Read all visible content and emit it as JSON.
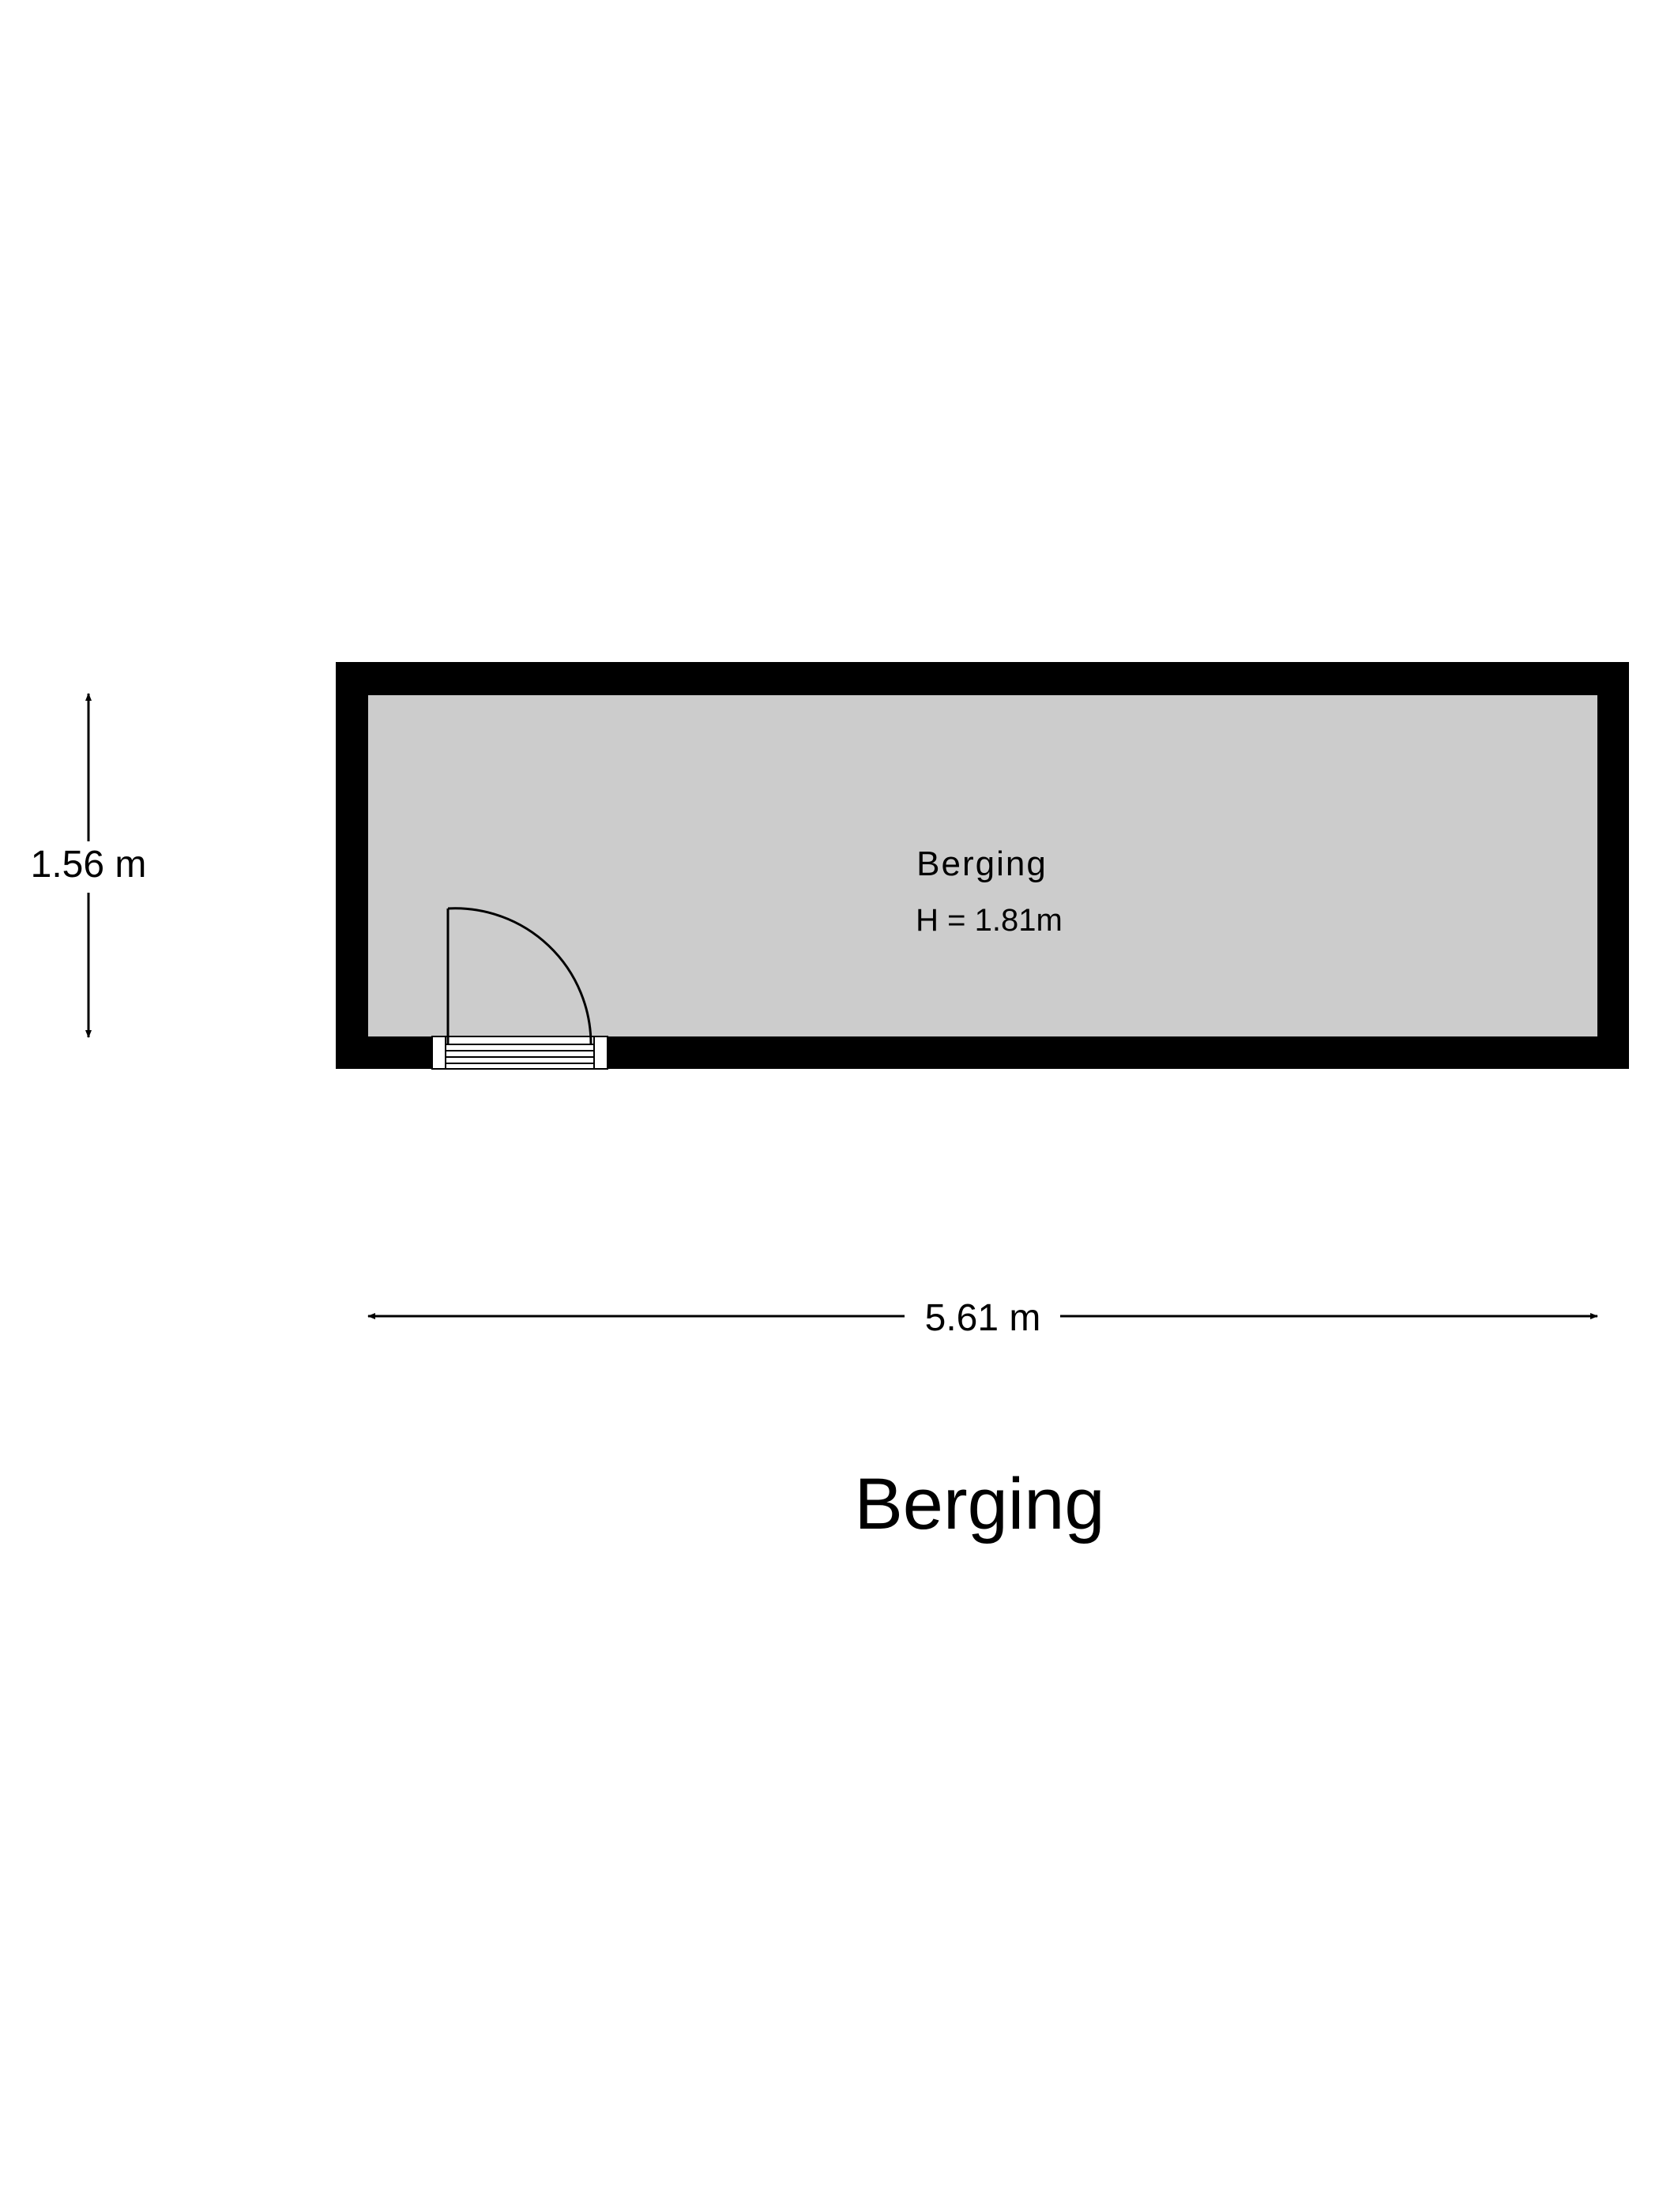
{
  "room": {
    "name": "Berging",
    "height_label": "H = 1.81m",
    "floor_color": "#cccccc",
    "wall_color": "#000000"
  },
  "dimensions": {
    "width_label": "5.61 m",
    "depth_label": "1.56 m"
  },
  "floor_title": "Berging"
}
